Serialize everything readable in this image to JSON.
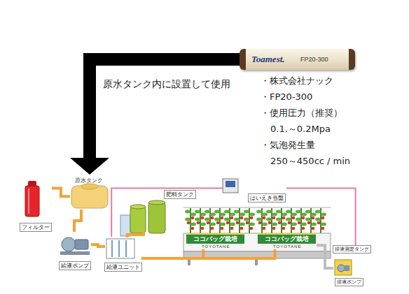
{
  "diagram": {
    "nodes": [
      {
        "text": [
          "Toamest.",
          "FP20-300"
        ]
      },
      {
        "text": [
          "フィルター"
        ]
      },
      {
        "text": [
          "原水タンク"
        ]
      },
      {
        "text": [
          "給液ポンプ"
        ]
      },
      {
        "text": [
          "給液ユニット"
        ]
      },
      {
        "text": [
          "肥料タンク"
        ]
      },
      {
        "text": [
          "はいえき当盤"
        ]
      },
      {
        "text": [
          "ココバッグ栽培",
          "TOYOTANE"
        ]
      },
      {
        "text": [
          "ココバッグ栽培",
          "TOYOTANE"
        ]
      },
      {
        "text": [
          "排液測定タンク"
        ]
      },
      {
        "text": [
          "排液ポンプ"
        ],
        "in": 9
      }
    ],
    "edges": [
      {
        "from": 0,
        "to": 2,
        "arrow": "to",
        "label": "原水タンク内に設置して使用"
      },
      {
        "from": 1,
        "to": 2,
        "arrow": "none"
      },
      {
        "from": 2,
        "to": 3,
        "arrow": "none"
      },
      {
        "from": 3,
        "to": 4,
        "arrow": "none"
      },
      {
        "from": 4,
        "to": 5,
        "arrow": "none"
      },
      {
        "from": 4,
        "to": 7,
        "arrow": "none"
      },
      {
        "from": 4,
        "to": 8,
        "arrow": "none"
      },
      {
        "from": 6,
        "to": 4,
        "arrow": "none"
      },
      {
        "from": 6,
        "to": 9,
        "arrow": "none"
      },
      {
        "from": 8,
        "to": 9,
        "arrow": "none"
      }
    ],
    "labels": [
      "・株式会社ナック",
      "・FP20-300",
      "・使用圧力（推奨）",
      "0.1.～0.2Mpa",
      "・気泡発生量",
      "250～450cc / min"
    ]
  }
}
